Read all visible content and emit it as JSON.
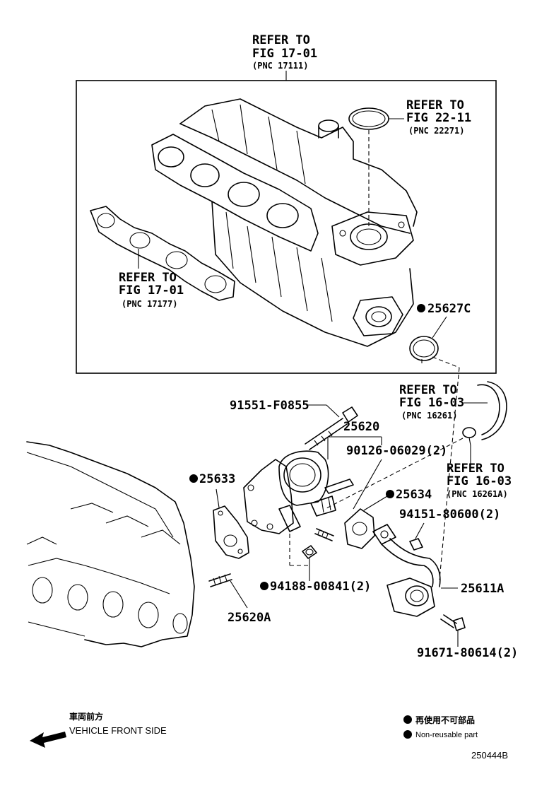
{
  "refs": {
    "fig_17_01_top": {
      "l1": "REFER TO",
      "l2": "FIG 17-01",
      "l3": "(PNC 17111)"
    },
    "fig_22_11": {
      "l1": "REFER TO",
      "l2": "FIG 22-11",
      "l3": "(PNC 22271)"
    },
    "fig_17_01_gasket": {
      "l1": "REFER TO",
      "l2": "FIG 17-01",
      "l3": "(PNC 17177)"
    },
    "fig_16_03_a": {
      "l1": "REFER TO",
      "l2": "FIG 16-03",
      "l3": "(PNC 16261)"
    },
    "fig_16_03_b": {
      "l1": "REFER TO",
      "l2": "FIG 16-03",
      "l3": "(PNC 16261A)"
    }
  },
  "parts": {
    "p25627C": "25627C",
    "p91551": "91551-F0855",
    "p25620": "25620",
    "p90126": "90126-06029(2)",
    "p25633": "25633",
    "p25634": "25634",
    "p94151": "94151-80600(2)",
    "p94188": "94188-00841(2)",
    "p25611A": "25611A",
    "p25620A": "25620A",
    "p91671": "91671-80614(2)"
  },
  "direction": {
    "jp": "車両前方",
    "en": "VEHICLE FRONT SIDE"
  },
  "legend": {
    "jp": "再使用不可部品",
    "en": "Non-reusable part"
  },
  "figure_id": "250444B"
}
